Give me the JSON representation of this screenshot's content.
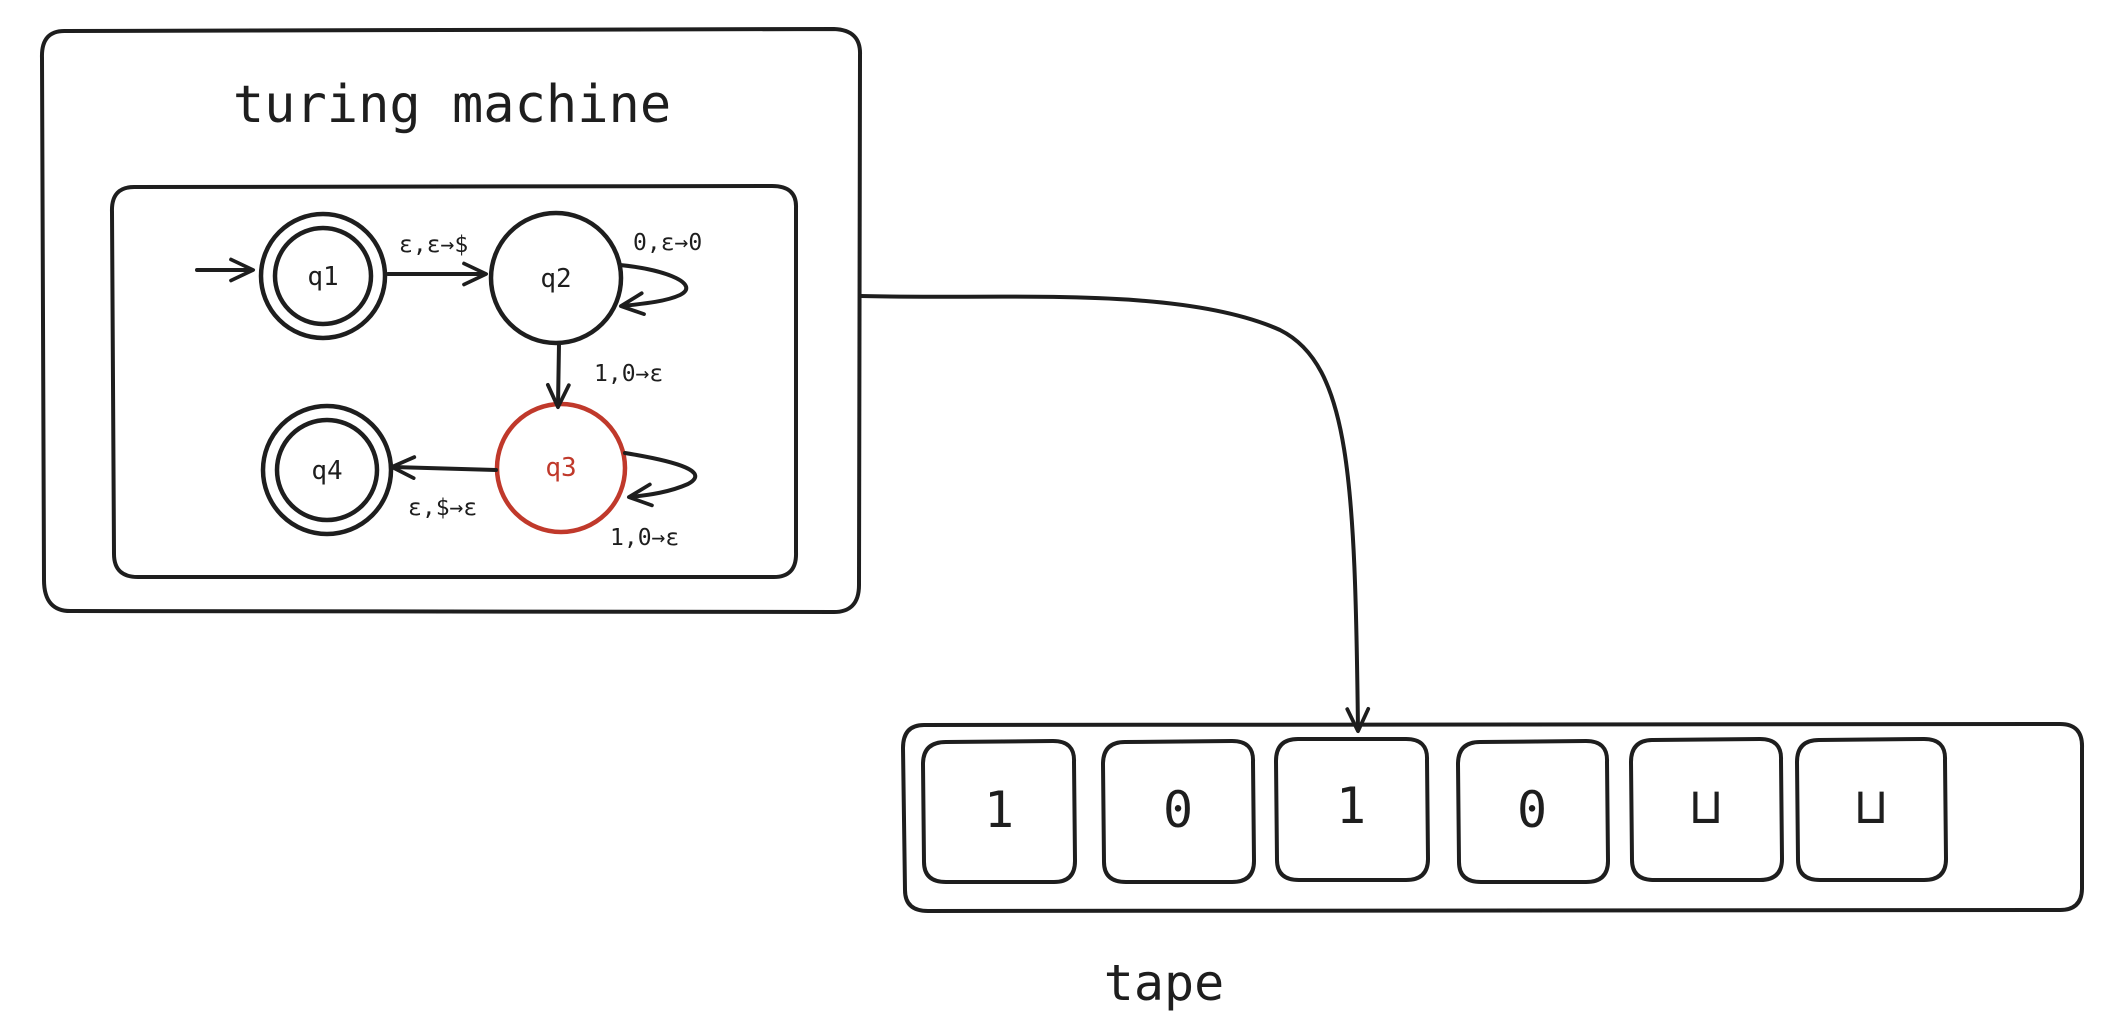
{
  "machine": {
    "title": "turing machine"
  },
  "states": [
    {
      "id": "q1",
      "label": "q1",
      "accepting": true,
      "active": false
    },
    {
      "id": "q2",
      "label": "q2",
      "accepting": false,
      "active": false
    },
    {
      "id": "q3",
      "label": "q3",
      "accepting": false,
      "active": true
    },
    {
      "id": "q4",
      "label": "q4",
      "accepting": true,
      "active": false
    }
  ],
  "transitions": [
    {
      "from": "q1",
      "to": "q2",
      "label": "ε,ε→$"
    },
    {
      "from": "q2",
      "to": "q2",
      "label": "0,ε→0"
    },
    {
      "from": "q2",
      "to": "q3",
      "label": "1,0→ε"
    },
    {
      "from": "q3",
      "to": "q3",
      "label": "1,0→ε"
    },
    {
      "from": "q3",
      "to": "q4",
      "label": "ε,$→ε"
    }
  ],
  "tape": {
    "label": "tape",
    "cells": [
      "1",
      "0",
      "1",
      "0",
      "⊔",
      "⊔"
    ],
    "head_cell": 2
  },
  "colors": {
    "ink": "#1e1e1e",
    "active_state": "#c0392b",
    "background": "#ffffff"
  }
}
